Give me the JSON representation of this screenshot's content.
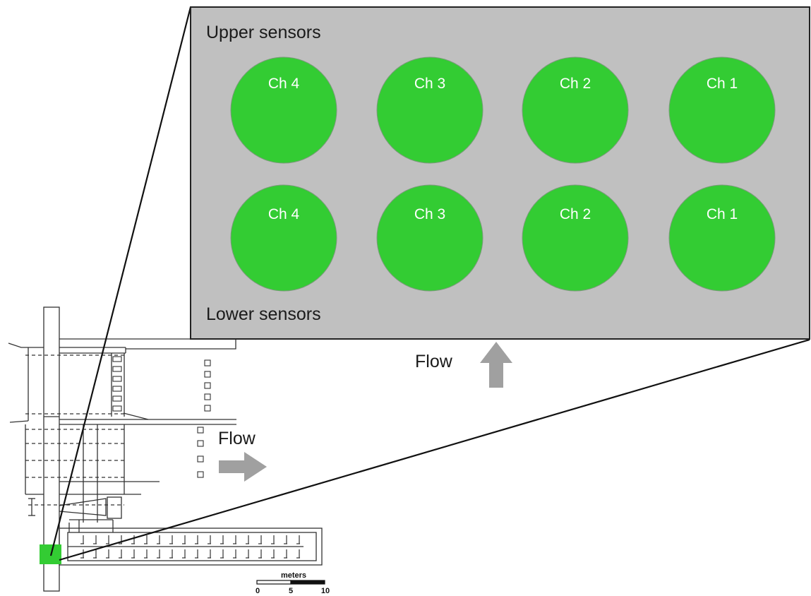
{
  "inset": {
    "upper_label": "Upper sensors",
    "lower_label": "Lower sensors",
    "upper_row": [
      "Ch 4",
      "Ch 3",
      "Ch 2",
      "Ch 1"
    ],
    "lower_row": [
      "Ch 4",
      "Ch 3",
      "Ch 2",
      "Ch 1"
    ],
    "sensor_color": "#33cc33",
    "panel_color": "#c0c0c0"
  },
  "flow_labels": {
    "vertical": "Flow",
    "horizontal": "Flow"
  },
  "scale_bar": {
    "unit": "meters",
    "ticks": [
      "0",
      "5",
      "10"
    ]
  },
  "arrow_color": "#a0a0a0",
  "marker_color": "#33cc33"
}
